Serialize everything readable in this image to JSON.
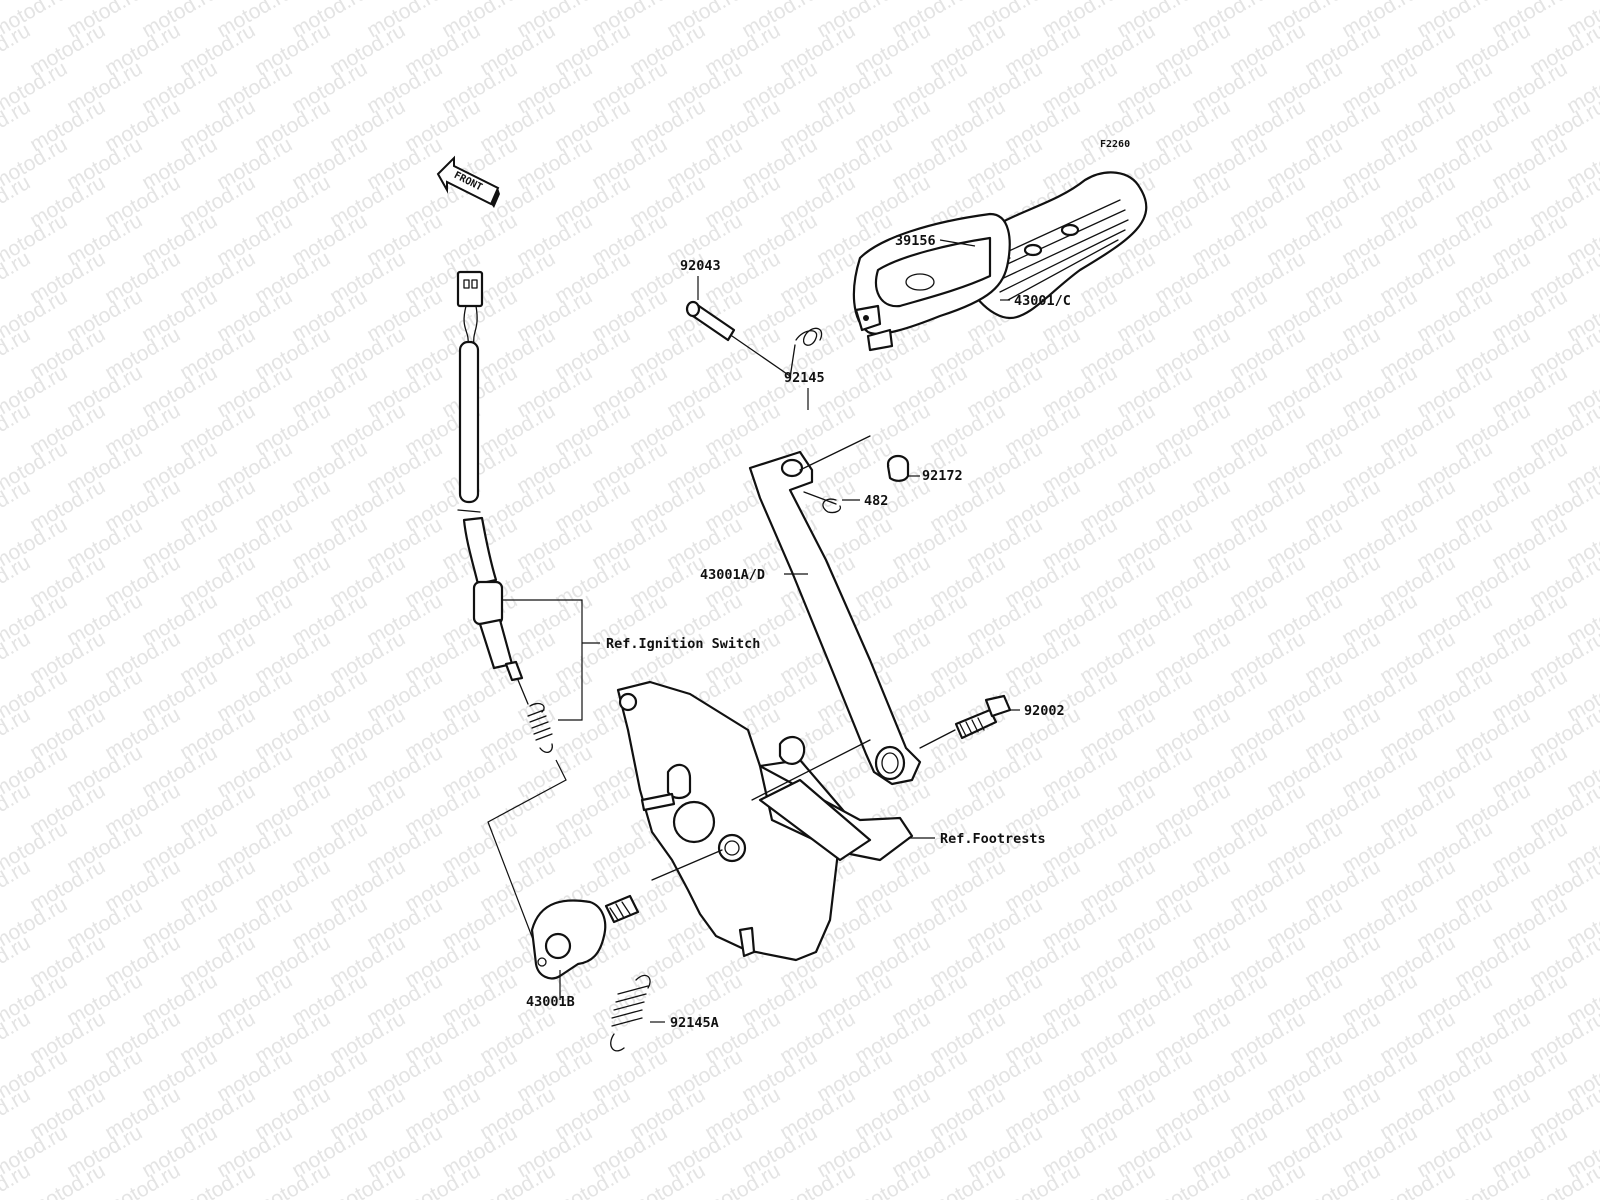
{
  "diagram_id": "F2260",
  "front_label": "FRONT",
  "watermark": "motod.ru",
  "parts": [
    {
      "label": "39156"
    },
    {
      "label": "92043"
    },
    {
      "label": "92145"
    },
    {
      "label": "43001/C"
    },
    {
      "label": "92172"
    },
    {
      "label": "482"
    },
    {
      "label": "43001A/D"
    },
    {
      "label": "Ref.Ignition Switch"
    },
    {
      "label": "92002"
    },
    {
      "label": "Ref.Footrests"
    },
    {
      "label": "43001B"
    },
    {
      "label": "92145A"
    }
  ]
}
